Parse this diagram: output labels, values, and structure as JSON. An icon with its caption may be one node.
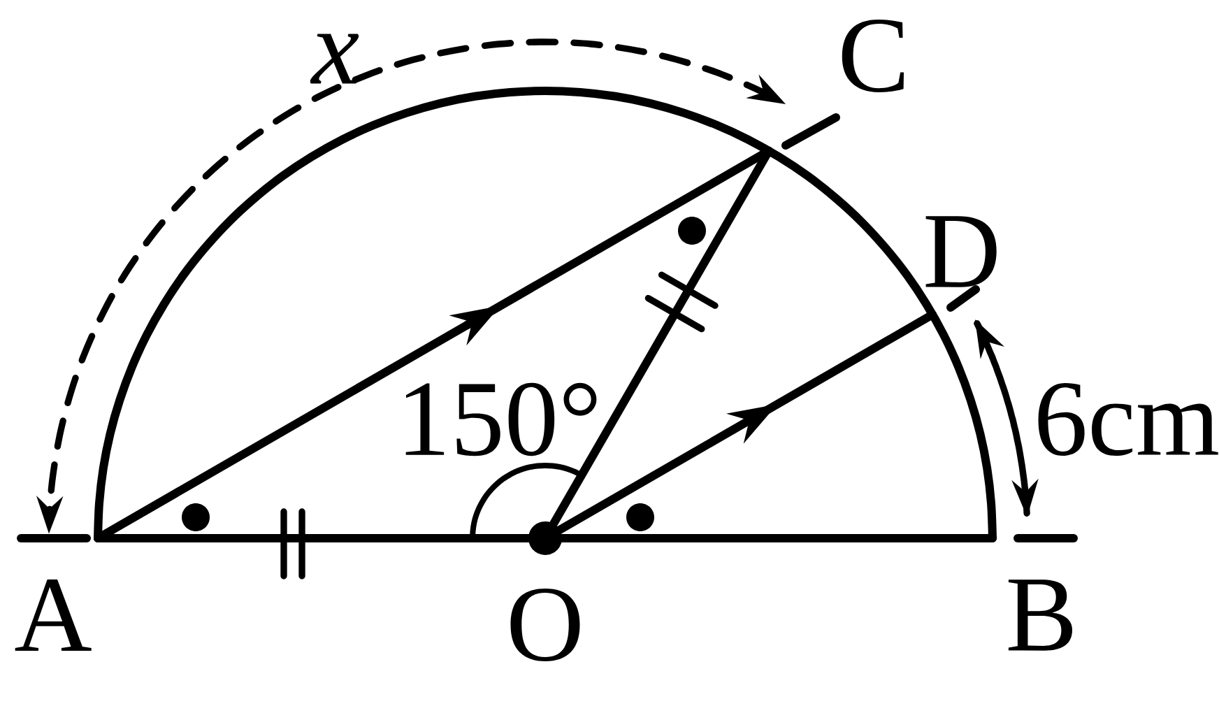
{
  "diagram": {
    "labels": [
      "x",
      "C",
      "D",
      "150°",
      "6cm",
      "A",
      "O",
      "B"
    ]
  }
}
